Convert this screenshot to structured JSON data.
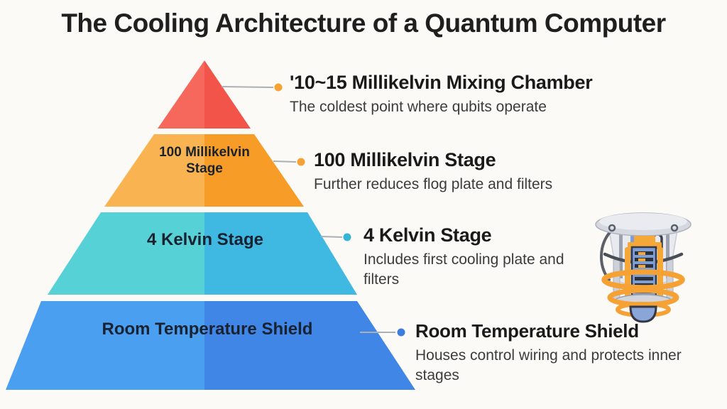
{
  "title": "The Cooling Architecture of a Quantum Computer",
  "pyramid": {
    "layers": [
      {
        "id": "mixing-chamber",
        "label": "",
        "color_left": "#f5685b",
        "color_right": "#f2544a"
      },
      {
        "id": "100-millikelvin-stage",
        "label": "100 Millikelvin Stage",
        "label_line1": "100 Millikelvin",
        "label_line2": "Stage",
        "color_left": "#f9b351",
        "color_right": "#f79c27"
      },
      {
        "id": "4-kelvin-stage",
        "label": "4 Kelvin Stage",
        "color_left": "#56d1d6",
        "color_right": "#3fb9e1"
      },
      {
        "id": "room-temperature-shield",
        "label": "Room Temperature Shield",
        "color_left": "#4a9ff0",
        "color_right": "#3f86e6"
      }
    ]
  },
  "callouts": [
    {
      "heading": "'10~15 Millikelvin Mixing Chamber",
      "description": "The coldest point where qubits operate",
      "dot_color": "#f5a134"
    },
    {
      "heading": "100 Millikelvin Stage",
      "description": "Further reduces flog plate and filters",
      "dot_color": "#f5a134"
    },
    {
      "heading": "4 Kelvin Stage",
      "description": "Includes first cooling plate and filters",
      "dot_color": "#35b6d9"
    },
    {
      "heading": "Room Temperature Shield",
      "description": "Houses control wiring and protects inner stages",
      "dot_color": "#3b7edd"
    }
  ],
  "connector_line_color": "#aab0b6",
  "illustration": {
    "name": "dilution-refrigerator-cryostat"
  }
}
